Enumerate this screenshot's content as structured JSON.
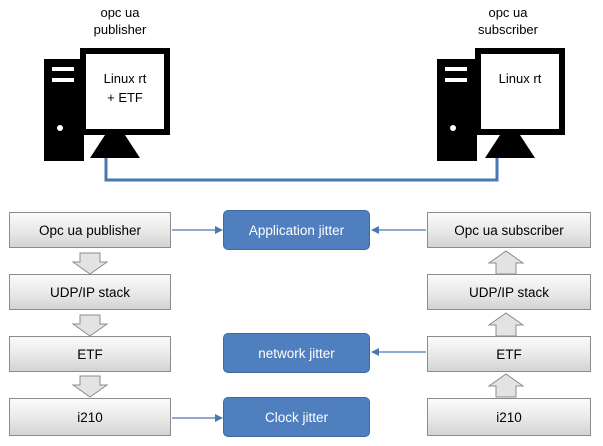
{
  "computers": {
    "publisher": {
      "caption": [
        "opc ua",
        "publisher"
      ],
      "screen": [
        "Linux rt",
        "+ ETF"
      ]
    },
    "subscriber": {
      "caption": [
        "opc ua",
        "subscriber"
      ],
      "screen": [
        "Linux rt"
      ]
    }
  },
  "publisher_stack": [
    "Opc ua publisher",
    "UDP/IP stack",
    "ETF",
    "i210"
  ],
  "subscriber_stack": [
    "Opc ua subscriber",
    "UDP/IP stack",
    "ETF",
    "i210"
  ],
  "jitter": {
    "application": "Application jitter",
    "network": "network jitter",
    "clock": "Clock jitter"
  },
  "colors": {
    "jitter_fill": "#4f7fbf",
    "connector": "#4a78b5",
    "computer": "#000000"
  }
}
